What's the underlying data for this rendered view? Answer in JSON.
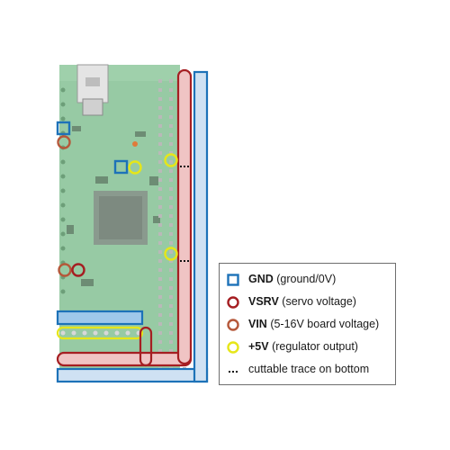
{
  "colors": {
    "gnd": "#1d72b8",
    "vsrv": "#a51e22",
    "vin": "#b5583a",
    "v5": "#e6e619",
    "board": "#7fb98a",
    "board_dark": "#4f9a63",
    "header_pin": "#bfbfbf",
    "dots": "#111111"
  },
  "legend": [
    {
      "symbol": "square",
      "color_key": "gnd",
      "name": "GND",
      "desc": " (ground/0V)"
    },
    {
      "symbol": "circle",
      "color_key": "vsrv",
      "name": "VSRV",
      "desc": " (servo voltage)"
    },
    {
      "symbol": "circle",
      "color_key": "vin",
      "name": "VIN",
      "desc": " (5-16V board voltage)"
    },
    {
      "symbol": "circle",
      "color_key": "v5",
      "name": "+5V",
      "desc": " (regulator output)"
    },
    {
      "symbol": "dots",
      "color_key": "dots",
      "name": "",
      "desc": "cuttable trace on bottom"
    }
  ]
}
